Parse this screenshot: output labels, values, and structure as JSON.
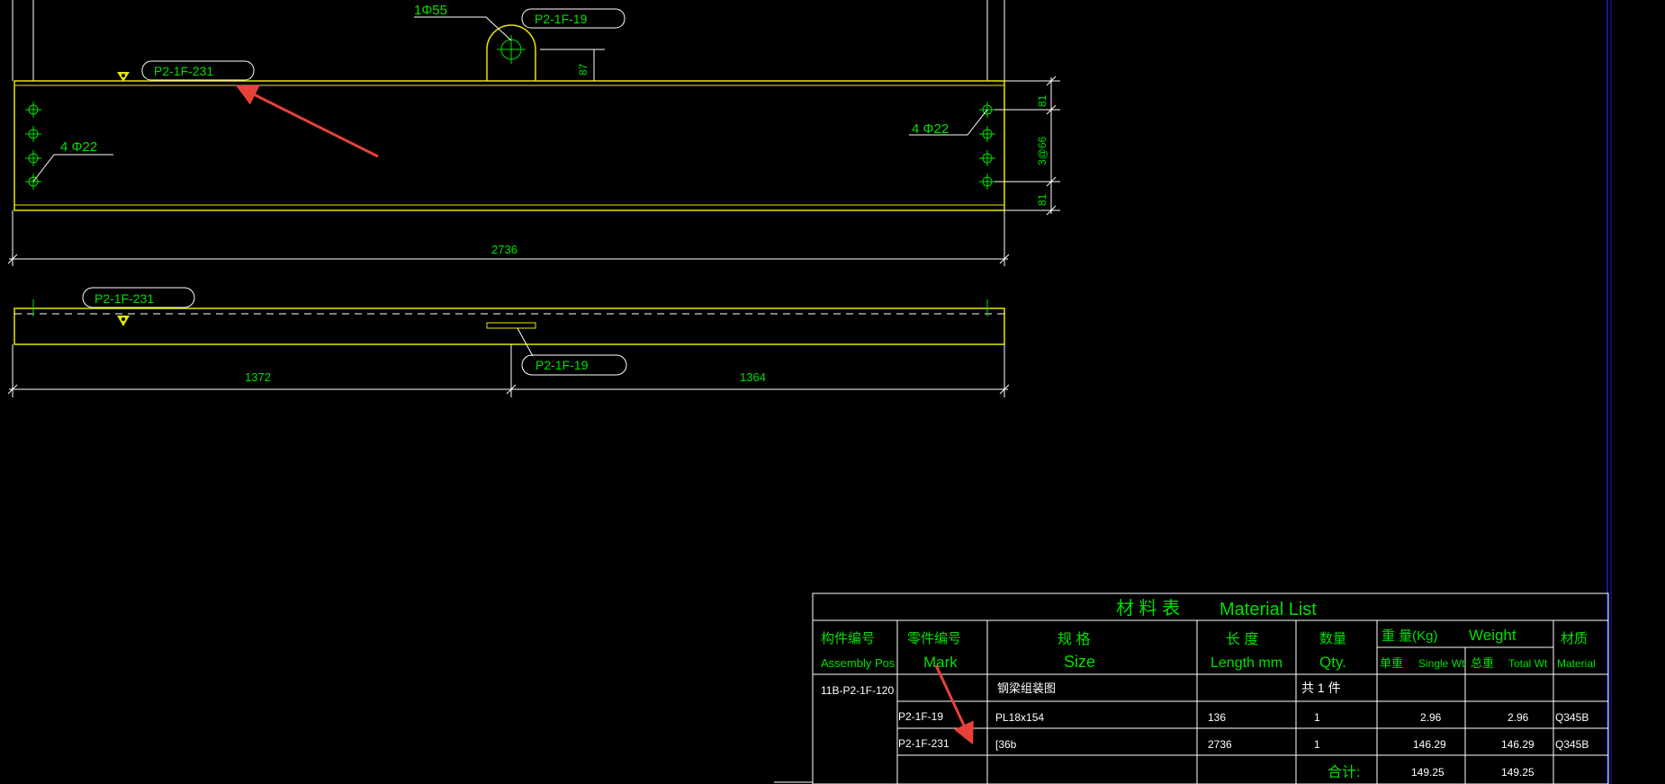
{
  "drawing": {
    "colors": {
      "background": "#000000",
      "member_outline": "#e6e600",
      "annotation_text": "#00e000",
      "dimension_lines": "#ffffff",
      "arrow": "#e8413a",
      "frame_line": "#2020c0"
    },
    "top_view": {
      "lug_callout": "1Φ55",
      "lug_tag": "P2-1F-19",
      "lug_height_dim": "87",
      "channel_tag": "P2-1F-231",
      "left_hole_note": "4 Φ22",
      "right_hole_note": "4 Φ22",
      "vert_dim_top": "81",
      "vert_dim_mid": "3@66",
      "vert_dim_bottom": "81",
      "overall_length": "2736"
    },
    "side_view": {
      "channel_tag": "P2-1F-231",
      "plate_tag": "P2-1F-19",
      "dim_left": "1372",
      "dim_right": "1364"
    },
    "material_list": {
      "title_cn": "材 料 表",
      "title_en": "Material List",
      "headers": {
        "assembly_cn": "构件编号",
        "assembly_en": "Assembly Pos",
        "mark_cn": "零件编号",
        "mark_en": "Mark",
        "size_cn": "规  格",
        "size_en": "Size",
        "length_cn": "长 度",
        "length_en": "Length mm",
        "qty_cn": "数量",
        "qty_en": "Qty.",
        "weight_cn": "重 量(Kg)",
        "weight_en": "Weight",
        "single_cn": "单重",
        "single_en": "Single Wt",
        "total_cn": "总重",
        "total_en": "Total Wt",
        "material_cn": "材质",
        "material_en": "Material"
      },
      "assembly": {
        "pos": "11B-P2-1F-120",
        "description": "钢梁组装图",
        "count": "共 1 件"
      },
      "parts": [
        {
          "mark": "P2-1F-19",
          "size": "PL18x154",
          "length": "136",
          "qty": "1",
          "single": "2.96",
          "total": "2.96",
          "material": "Q345B"
        },
        {
          "mark": "P2-1F-231",
          "size": "[36b",
          "length": "2736",
          "qty": "1",
          "single": "146.29",
          "total": "146.29",
          "material": "Q345B"
        }
      ],
      "sum_label": "合计:",
      "sum_single": "149.25",
      "sum_total": "149.25"
    }
  }
}
